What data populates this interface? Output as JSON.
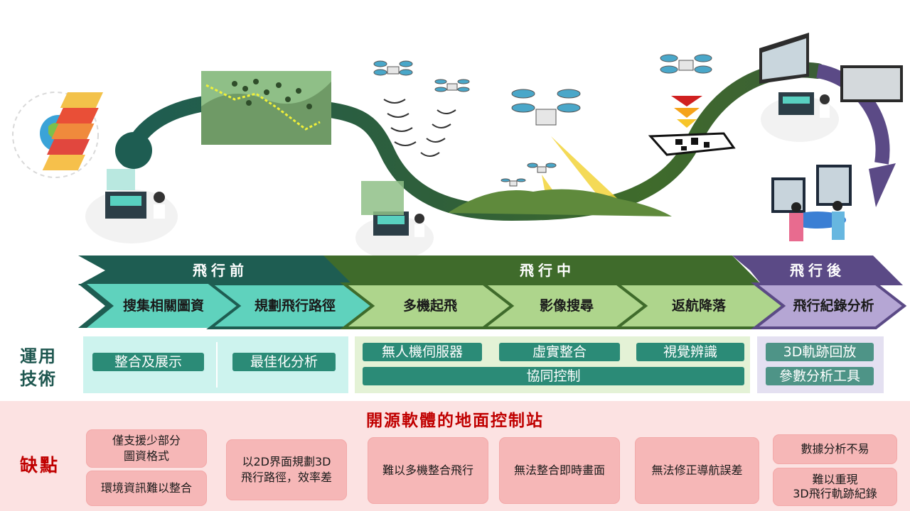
{
  "phases": [
    {
      "label": "飛行前",
      "color": "#1e5d52"
    },
    {
      "label": "飛行中",
      "color": "#3f6b2b"
    },
    {
      "label": "飛行後",
      "color": "#5b4a86"
    }
  ],
  "steps": [
    {
      "label": "搜集相關圖資",
      "color": "#5fd2bd"
    },
    {
      "label": "規劃飛行路徑",
      "color": "#5fd2bd"
    },
    {
      "label": "多機起飛",
      "color": "#aed58c"
    },
    {
      "label": "影像搜尋",
      "color": "#aed58c"
    },
    {
      "label": "返航降落",
      "color": "#aed58c"
    },
    {
      "label": "飛行紀錄分析",
      "color": "#b5a6d4"
    }
  ],
  "tech": {
    "title_line1": "運用",
    "title_line2": "技術",
    "pre": [
      "整合及展示",
      "最佳化分析"
    ],
    "during": [
      "無人機伺服器",
      "虛實整合",
      "視覺辨識"
    ],
    "during_wide": "協同控制",
    "post": [
      "3D軌跡回放",
      "參數分析工具"
    ]
  },
  "drawbacks": {
    "label": "缺點",
    "title": "開源軟體的地面控制站",
    "items": [
      "僅支援少部分\n圖資格式",
      "環境資訊難以整合",
      "以2D界面規劃3D\n飛行路徑，效率差",
      "難以多機整合飛行",
      "無法整合即時畫面",
      "無法修正導航誤差",
      "數據分析不易",
      "難以重現\n3D飛行軌跡紀錄"
    ]
  },
  "icons": [
    "map-layers-icon",
    "terrain-map-icon",
    "drone-icon",
    "operator-console-icon",
    "landing-marker-icon",
    "monitor-screens-icon",
    "team-meeting-icon"
  ],
  "colors": {
    "path_dark": "#1e5d52",
    "path_green": "#3f6b2b",
    "path_purple": "#5b4a86",
    "drawback_bg": "#fce2e2",
    "drawback_text": "#c00000"
  }
}
